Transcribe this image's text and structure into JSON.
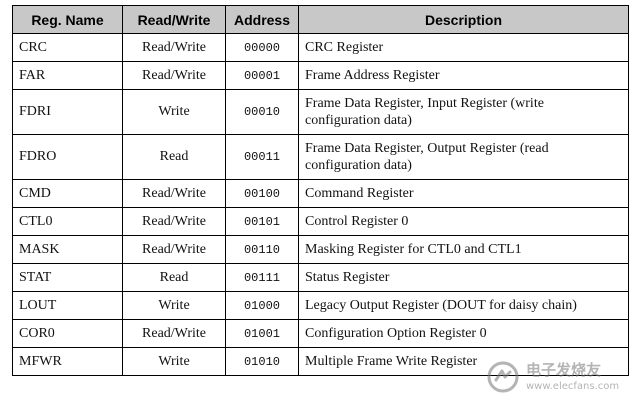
{
  "headers": {
    "name": "Reg. Name",
    "rw": "Read/Write",
    "address": "Address",
    "description": "Description"
  },
  "rows": [
    {
      "name": "CRC",
      "rw": "Read/Write",
      "address": "00000",
      "description": "CRC Register"
    },
    {
      "name": "FAR",
      "rw": "Read/Write",
      "address": "00001",
      "description": "Frame Address Register"
    },
    {
      "name": "FDRI",
      "rw": "Write",
      "address": "00010",
      "description": "Frame Data Register, Input Register (write configuration data)"
    },
    {
      "name": "FDRO",
      "rw": "Read",
      "address": "00011",
      "description": "Frame Data Register, Output Register (read configuration data)"
    },
    {
      "name": "CMD",
      "rw": "Read/Write",
      "address": "00100",
      "description": "Command Register"
    },
    {
      "name": "CTL0",
      "rw": "Read/Write",
      "address": "00101",
      "description": "Control Register 0"
    },
    {
      "name": "MASK",
      "rw": "Read/Write",
      "address": "00110",
      "description": "Masking Register for CTL0 and CTL1"
    },
    {
      "name": "STAT",
      "rw": "Read",
      "address": "00111",
      "description": "Status Register"
    },
    {
      "name": "LOUT",
      "rw": "Write",
      "address": "01000",
      "description": "Legacy Output Register (DOUT for daisy chain)"
    },
    {
      "name": "COR0",
      "rw": "Read/Write",
      "address": "01001",
      "description": "Configuration Option Register 0"
    },
    {
      "name": "MFWR",
      "rw": "Write",
      "address": "01010",
      "description": "Multiple Frame Write Register"
    }
  ],
  "watermark": {
    "text_cn": "电子发烧友",
    "url": "www.elecfans.com",
    "icon": "elecfans-logo-icon",
    "color": "#777777"
  },
  "colors": {
    "header_bg": "#c8c8c8",
    "border": "#000000"
  }
}
